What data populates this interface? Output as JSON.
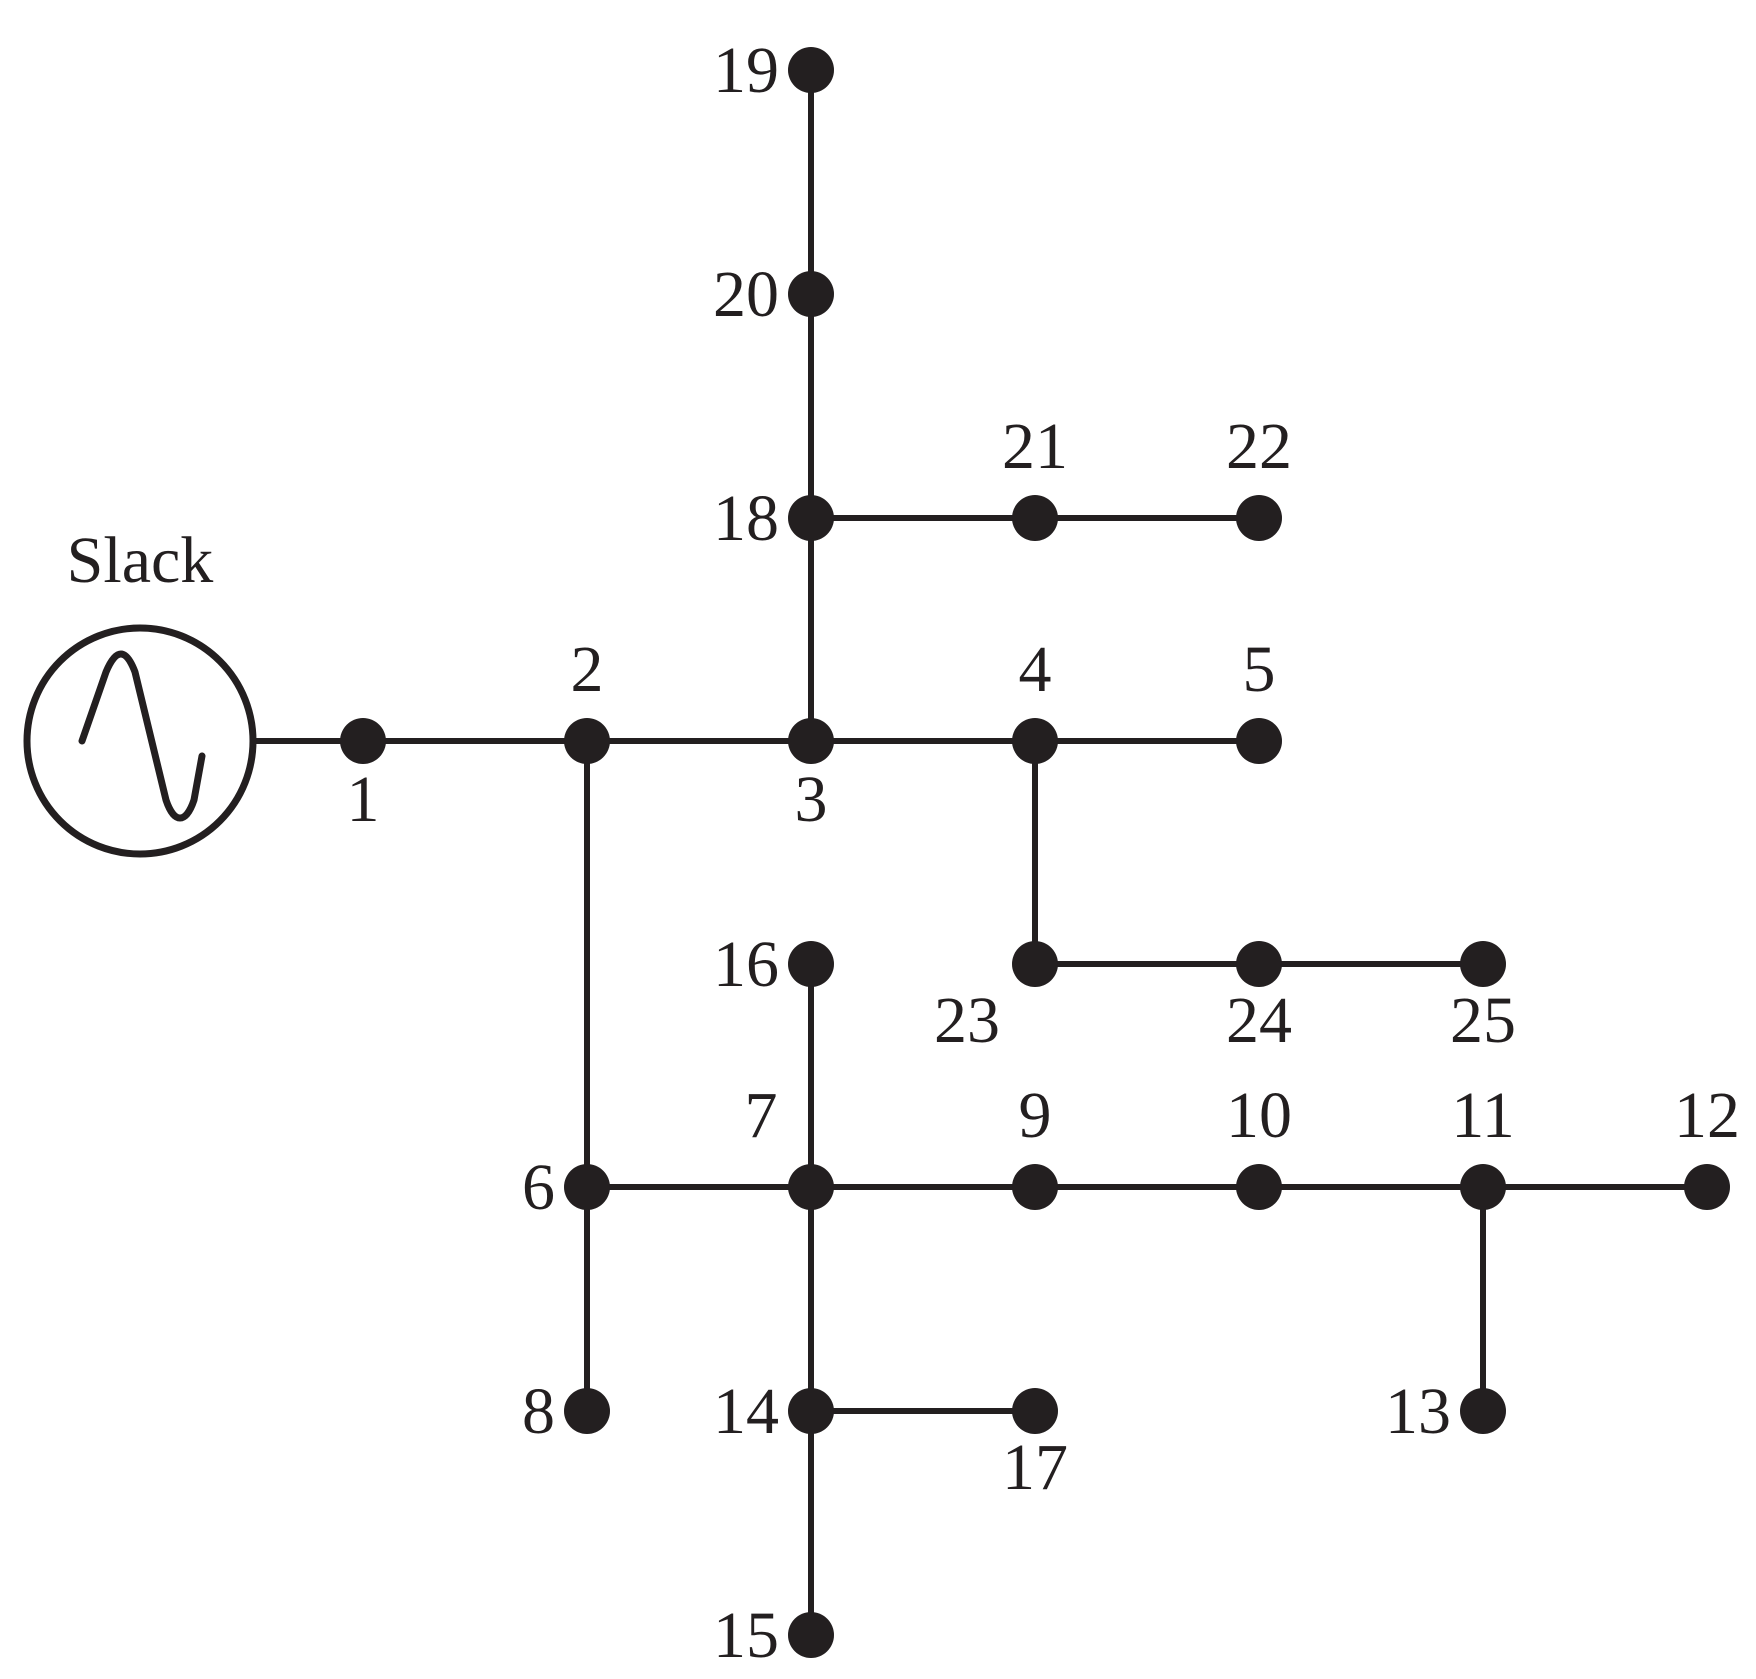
{
  "diagram": {
    "slack_label": "Slack",
    "nodes": [
      {
        "id": "1",
        "label": "1"
      },
      {
        "id": "2",
        "label": "2"
      },
      {
        "id": "3",
        "label": "3"
      },
      {
        "id": "4",
        "label": "4"
      },
      {
        "id": "5",
        "label": "5"
      },
      {
        "id": "6",
        "label": "6"
      },
      {
        "id": "7",
        "label": "7"
      },
      {
        "id": "8",
        "label": "8"
      },
      {
        "id": "9",
        "label": "9"
      },
      {
        "id": "10",
        "label": "10"
      },
      {
        "id": "11",
        "label": "11"
      },
      {
        "id": "12",
        "label": "12"
      },
      {
        "id": "13",
        "label": "13"
      },
      {
        "id": "14",
        "label": "14"
      },
      {
        "id": "15",
        "label": "15"
      },
      {
        "id": "16",
        "label": "16"
      },
      {
        "id": "17",
        "label": "17"
      },
      {
        "id": "18",
        "label": "18"
      },
      {
        "id": "19",
        "label": "19"
      },
      {
        "id": "20",
        "label": "20"
      },
      {
        "id": "21",
        "label": "21"
      },
      {
        "id": "22",
        "label": "22"
      },
      {
        "id": "23",
        "label": "23"
      },
      {
        "id": "24",
        "label": "24"
      },
      {
        "id": "25",
        "label": "25"
      }
    ],
    "edges": [
      [
        "slack",
        "1"
      ],
      [
        "1",
        "2"
      ],
      [
        "2",
        "3"
      ],
      [
        "3",
        "4"
      ],
      [
        "4",
        "5"
      ],
      [
        "3",
        "18"
      ],
      [
        "18",
        "20"
      ],
      [
        "20",
        "19"
      ],
      [
        "18",
        "21"
      ],
      [
        "21",
        "22"
      ],
      [
        "4",
        "23"
      ],
      [
        "23",
        "24"
      ],
      [
        "24",
        "25"
      ],
      [
        "2",
        "6"
      ],
      [
        "6",
        "8"
      ],
      [
        "6",
        "7"
      ],
      [
        "7",
        "9"
      ],
      [
        "9",
        "10"
      ],
      [
        "10",
        "11"
      ],
      [
        "11",
        "12"
      ],
      [
        "11",
        "13"
      ],
      [
        "7",
        "16"
      ],
      [
        "7",
        "14"
      ],
      [
        "14",
        "17"
      ],
      [
        "14",
        "15"
      ]
    ]
  }
}
